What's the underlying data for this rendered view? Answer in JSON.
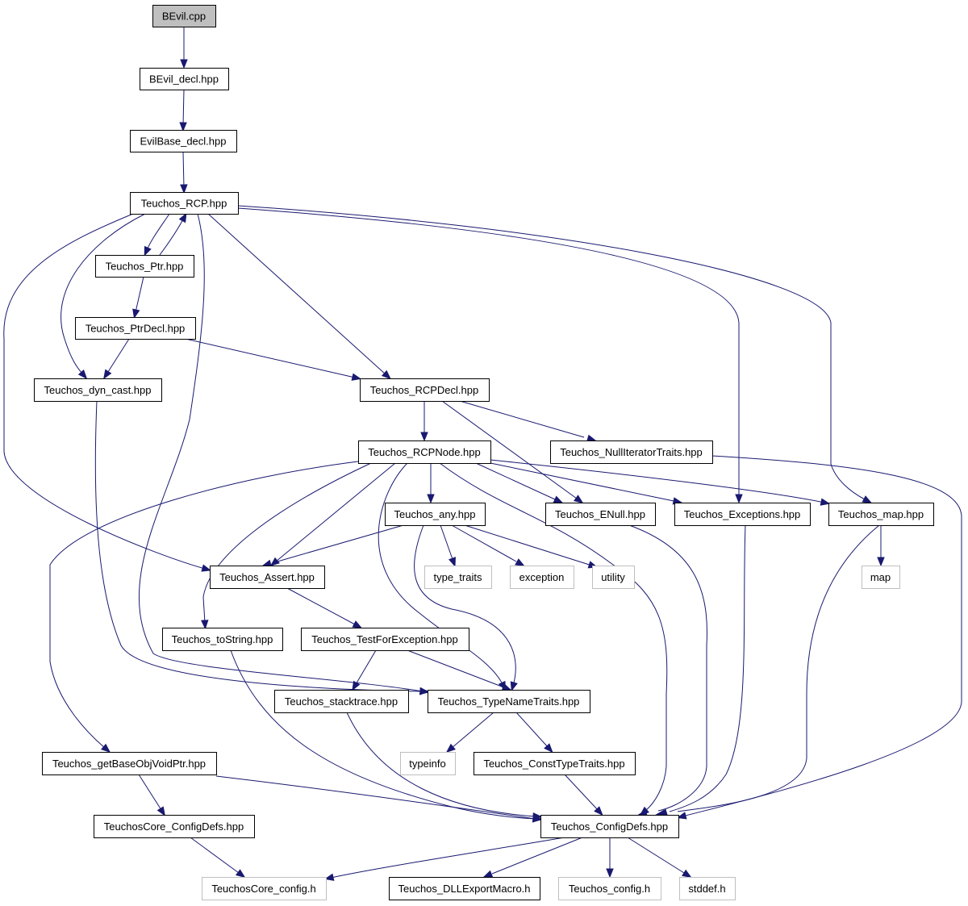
{
  "colors": {
    "edge": "#191970",
    "root_fill": "#bfbfbf",
    "node_border": "#000000",
    "system_border": "#bfbfbf",
    "background": "#ffffff"
  },
  "nodes": [
    {
      "id": "bevil_cpp",
      "label": "BEvil.cpp",
      "kind": "root"
    },
    {
      "id": "bevil_decl",
      "label": "BEvil_decl.hpp",
      "kind": "normal"
    },
    {
      "id": "evilbase_decl",
      "label": "EvilBase_decl.hpp",
      "kind": "normal"
    },
    {
      "id": "rcp",
      "label": "Teuchos_RCP.hpp",
      "kind": "normal"
    },
    {
      "id": "ptr",
      "label": "Teuchos_Ptr.hpp",
      "kind": "normal"
    },
    {
      "id": "ptrdecl",
      "label": "Teuchos_PtrDecl.hpp",
      "kind": "normal"
    },
    {
      "id": "dyn_cast",
      "label": "Teuchos_dyn_cast.hpp",
      "kind": "normal"
    },
    {
      "id": "rcpdecl",
      "label": "Teuchos_RCPDecl.hpp",
      "kind": "normal"
    },
    {
      "id": "rcpnode",
      "label": "Teuchos_RCPNode.hpp",
      "kind": "normal"
    },
    {
      "id": "nulliter",
      "label": "Teuchos_NullIteratorTraits.hpp",
      "kind": "normal"
    },
    {
      "id": "any",
      "label": "Teuchos_any.hpp",
      "kind": "normal"
    },
    {
      "id": "enull",
      "label": "Teuchos_ENull.hpp",
      "kind": "normal"
    },
    {
      "id": "exceptions",
      "label": "Teuchos_Exceptions.hpp",
      "kind": "normal"
    },
    {
      "id": "map_hpp",
      "label": "Teuchos_map.hpp",
      "kind": "normal"
    },
    {
      "id": "assert",
      "label": "Teuchos_Assert.hpp",
      "kind": "normal"
    },
    {
      "id": "type_traits",
      "label": "type_traits",
      "kind": "system"
    },
    {
      "id": "exception",
      "label": "exception",
      "kind": "system"
    },
    {
      "id": "utility",
      "label": "utility",
      "kind": "system"
    },
    {
      "id": "map",
      "label": "map",
      "kind": "system"
    },
    {
      "id": "tostring",
      "label": "Teuchos_toString.hpp",
      "kind": "normal"
    },
    {
      "id": "testforexc",
      "label": "Teuchos_TestForException.hpp",
      "kind": "normal"
    },
    {
      "id": "stacktrace",
      "label": "Teuchos_stacktrace.hpp",
      "kind": "normal"
    },
    {
      "id": "typenametraits",
      "label": "Teuchos_TypeNameTraits.hpp",
      "kind": "normal"
    },
    {
      "id": "getbaseobj",
      "label": "Teuchos_getBaseObjVoidPtr.hpp",
      "kind": "normal"
    },
    {
      "id": "typeinfo",
      "label": "typeinfo",
      "kind": "system"
    },
    {
      "id": "consttypetraits",
      "label": "Teuchos_ConstTypeTraits.hpp",
      "kind": "normal"
    },
    {
      "id": "coreconfigdefs",
      "label": "TeuchosCore_ConfigDefs.hpp",
      "kind": "normal"
    },
    {
      "id": "configdefs",
      "label": "Teuchos_ConfigDefs.hpp",
      "kind": "normal"
    },
    {
      "id": "coreconfig_h",
      "label": "TeuchosCore_config.h",
      "kind": "system"
    },
    {
      "id": "dllexport",
      "label": "Teuchos_DLLExportMacro.h",
      "kind": "normal"
    },
    {
      "id": "config_h",
      "label": "Teuchos_config.h",
      "kind": "system"
    },
    {
      "id": "stddef",
      "label": "stddef.h",
      "kind": "system"
    }
  ],
  "edges": [
    {
      "from": "bevil_cpp",
      "to": "bevil_decl"
    },
    {
      "from": "bevil_decl",
      "to": "evilbase_decl"
    },
    {
      "from": "evilbase_decl",
      "to": "rcp"
    },
    {
      "from": "rcp",
      "to": "ptr"
    },
    {
      "from": "ptr",
      "to": "rcp"
    },
    {
      "from": "rcp",
      "to": "dyn_cast"
    },
    {
      "from": "rcp",
      "to": "assert"
    },
    {
      "from": "rcp",
      "to": "typenametraits"
    },
    {
      "from": "rcp",
      "to": "rcpdecl"
    },
    {
      "from": "rcp",
      "to": "exceptions"
    },
    {
      "from": "rcp",
      "to": "map_hpp"
    },
    {
      "from": "ptr",
      "to": "ptrdecl"
    },
    {
      "from": "ptrdecl",
      "to": "dyn_cast"
    },
    {
      "from": "ptrdecl",
      "to": "rcpdecl"
    },
    {
      "from": "dyn_cast",
      "to": "typenametraits"
    },
    {
      "from": "rcpdecl",
      "to": "rcpnode"
    },
    {
      "from": "rcpdecl",
      "to": "nulliter"
    },
    {
      "from": "rcpdecl",
      "to": "enull"
    },
    {
      "from": "nulliter",
      "to": "configdefs"
    },
    {
      "from": "rcpnode",
      "to": "getbaseobj"
    },
    {
      "from": "rcpnode",
      "to": "tostring"
    },
    {
      "from": "rcpnode",
      "to": "assert"
    },
    {
      "from": "rcpnode",
      "to": "any"
    },
    {
      "from": "rcpnode",
      "to": "typenametraits"
    },
    {
      "from": "rcpnode",
      "to": "configdefs"
    },
    {
      "from": "rcpnode",
      "to": "enull"
    },
    {
      "from": "rcpnode",
      "to": "exceptions"
    },
    {
      "from": "rcpnode",
      "to": "map_hpp"
    },
    {
      "from": "any",
      "to": "assert"
    },
    {
      "from": "any",
      "to": "type_traits"
    },
    {
      "from": "any",
      "to": "exception"
    },
    {
      "from": "any",
      "to": "utility"
    },
    {
      "from": "any",
      "to": "typenametraits"
    },
    {
      "from": "enull",
      "to": "configdefs"
    },
    {
      "from": "exceptions",
      "to": "configdefs"
    },
    {
      "from": "map_hpp",
      "to": "map"
    },
    {
      "from": "map_hpp",
      "to": "configdefs"
    },
    {
      "from": "assert",
      "to": "testforexc"
    },
    {
      "from": "tostring",
      "to": "configdefs"
    },
    {
      "from": "testforexc",
      "to": "stacktrace"
    },
    {
      "from": "testforexc",
      "to": "typenametraits"
    },
    {
      "from": "stacktrace",
      "to": "configdefs"
    },
    {
      "from": "typenametraits",
      "to": "typeinfo"
    },
    {
      "from": "typenametraits",
      "to": "consttypetraits"
    },
    {
      "from": "consttypetraits",
      "to": "configdefs"
    },
    {
      "from": "getbaseobj",
      "to": "coreconfigdefs"
    },
    {
      "from": "getbaseobj",
      "to": "configdefs"
    },
    {
      "from": "coreconfigdefs",
      "to": "coreconfig_h"
    },
    {
      "from": "configdefs",
      "to": "coreconfig_h"
    },
    {
      "from": "configdefs",
      "to": "dllexport"
    },
    {
      "from": "configdefs",
      "to": "config_h"
    },
    {
      "from": "configdefs",
      "to": "stddef"
    }
  ]
}
